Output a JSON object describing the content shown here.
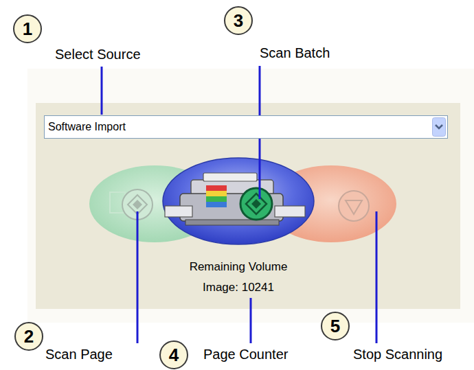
{
  "diagram": {
    "nodes": [
      {
        "text": [
          "1"
        ]
      },
      {
        "text": [
          "3"
        ]
      },
      {
        "text": [
          "Remaining Volume Image: 10241"
        ]
      },
      {
        "text": [
          "Software Import"
        ],
        "in": 2
      },
      {
        "text": [
          "2"
        ]
      },
      {
        "text": [
          "4"
        ]
      },
      {
        "text": [
          "5"
        ]
      }
    ],
    "labels": [
      "Select Source",
      "Scan Batch",
      "Scan Page",
      "Page Counter",
      "Stop Scanning"
    ]
  }
}
